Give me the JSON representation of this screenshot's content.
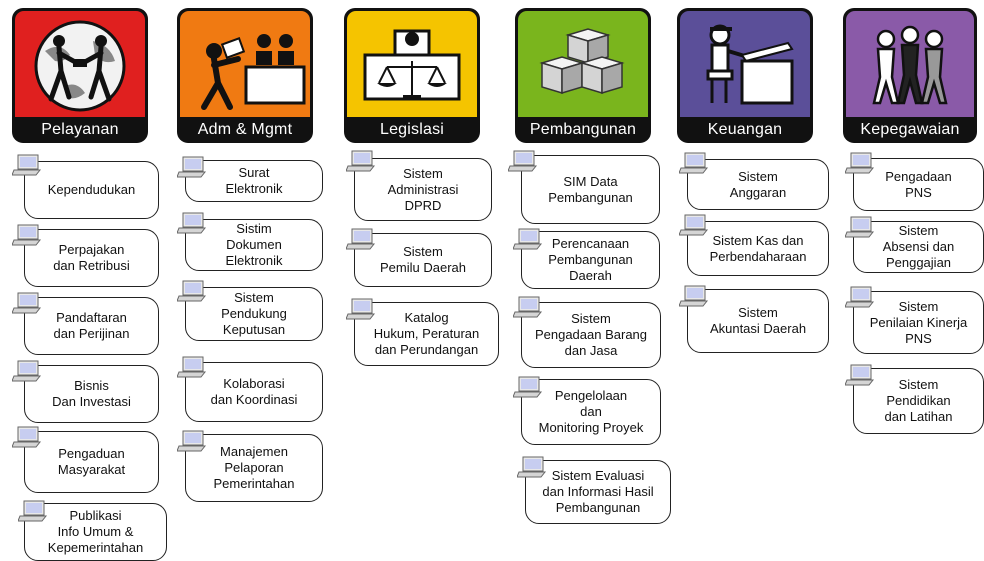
{
  "columns": [
    {
      "title": "Pelayanan",
      "color": "#e0201f",
      "icon": "globe-handshake-icon",
      "items": [
        "Kependudukan",
        "Perpajakan\ndan Retribusi",
        "Pandaftaran\ndan Perijinan",
        "Bisnis\nDan Investasi",
        "Pengaduan\nMasyarakat",
        "Publikasi\nInfo Umum &\nKepemerintahan"
      ]
    },
    {
      "title": "Adm & Mgmt",
      "color": "#f07a12",
      "icon": "admin-desk-icon",
      "items": [
        "Surat\nElektronik",
        "Sistim\nDokumen\nElektronik",
        "Sistem\nPendukung\nKeputusan",
        "Kolaborasi\ndan Koordinasi",
        "Manajemen\nPelaporan\nPemerintahan"
      ]
    },
    {
      "title": "Legislasi",
      "color": "#f5c400",
      "icon": "scales-of-justice-icon",
      "items": [
        "Sistem\nAdministrasi\nDPRD",
        "Sistem\nPemilu Daerah",
        "Katalog\nHukum, Peraturan\ndan Perundangan"
      ]
    },
    {
      "title": "Pembangunan",
      "color": "#7ab51d",
      "icon": "building-blocks-icon",
      "items": [
        "SIM Data\nPembangunan",
        "Perencanaan\nPembangunan\nDaerah",
        "Sistem\nPengadaan Barang\ndan Jasa",
        "Pengelolaan\ndan\nMonitoring Proyek",
        "Sistem Evaluasi\ndan Informasi Hasil\nPembangunan"
      ]
    },
    {
      "title": "Keuangan",
      "color": "#5b4f99",
      "icon": "cashier-desk-icon",
      "items": [
        "Sistem\nAnggaran",
        "Sistem Kas dan\nPerbendaharaan",
        "Sistem\nAkuntasi Daerah"
      ]
    },
    {
      "title": "Kepegawaian",
      "color": "#8a5aa8",
      "icon": "staff-group-icon",
      "items": [
        "Pengadaan\nPNS",
        "Sistem\nAbsensi dan\nPenggajian",
        "Sistem\nPenilaian Kinerja\nPNS",
        "Sistem\nPendidikan\ndan Latihan"
      ]
    }
  ]
}
